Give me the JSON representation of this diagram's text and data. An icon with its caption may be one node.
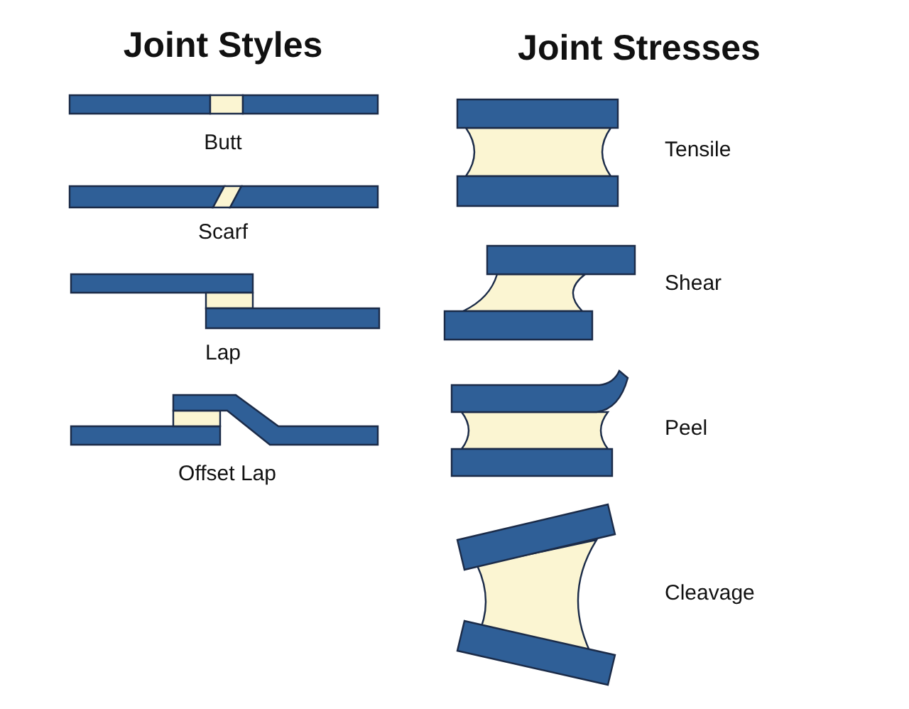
{
  "diagram": {
    "labels": [
      "Joint Styles",
      "Joint Stresses",
      "Butt",
      "Tensile",
      "Scarf",
      "Shear",
      "Lap",
      "Peel",
      "Offset Lap",
      "Cleavage"
    ]
  }
}
